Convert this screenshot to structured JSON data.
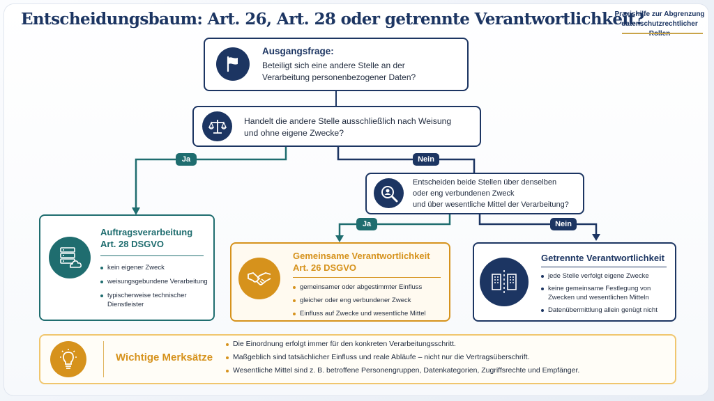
{
  "header": {
    "title": "Entscheidungsbaum: Art. 26, Art. 28 oder getrennte Verantwortlichkeit?",
    "subtitle_line1": "Praxishilfe zur Abgrenzung",
    "subtitle_line2": "datenschutzrechtlicher Rollen"
  },
  "start": {
    "heading": "Ausgangsfrage:",
    "line1": "Beteiligt sich eine andere Stelle an der",
    "line2": "Verarbeitung personenbezogener Daten?",
    "icon": "flag-icon"
  },
  "question1": {
    "line1": "Handelt die andere Stelle ausschließlich nach Weisung",
    "line2": "und ohne eigene Zwecke?",
    "icon": "scales-icon"
  },
  "question2": {
    "line1": "Entscheiden beide Stellen über denselben",
    "line2": "oder eng verbundenen Zweck",
    "line3": "und über wesentliche Mittel der Verarbeitung?",
    "icon": "magnifier-person-icon"
  },
  "labels": {
    "yes": "Ja",
    "no": "Nein"
  },
  "auftrag": {
    "title1": "Auftragsverarbeitung",
    "title2": "Art. 28 DSGVO",
    "bullets": [
      "kein eigener Zweck",
      "weisungsgebundene Verarbeitung",
      "typischerweise technischer Dienstleister"
    ],
    "icon": "server-cloud-icon"
  },
  "gemeinsam": {
    "title1": "Gemeinsame Verantwortlichkeit",
    "title2": "Art. 26 DSGVO",
    "bullets": [
      "gemeinsamer oder abgestimmter Einfluss",
      "gleicher oder eng verbundener Zweck",
      "Einfluss auf Zwecke und wesentliche Mittel"
    ],
    "icon": "handshake-icon"
  },
  "getrennt": {
    "title1": "Getrennte Verantwortlichkeit",
    "bullets": [
      "jede Stelle verfolgt eigene Zwecke",
      "keine gemeinsame Festlegung von Zwecken und wesentlichen Mitteln",
      "Datenübermittlung allein genügt nicht"
    ],
    "icon": "separate-buildings-icon"
  },
  "merksaetze": {
    "title": "Wichtige Merksätze",
    "bullets": [
      "Die Einordnung erfolgt immer für den konkreten Verarbeitungsschritt.",
      "Maßgeblich sind tatsächlicher Einfluss und reale Abläufe – nicht nur die Vertragsüberschrift.",
      "Wesentliche Mittel sind z. B. betroffene Personengruppen, Datenkategorien, Zugriffsrechte und Empfänger."
    ],
    "icon": "lightbulb-icon"
  },
  "colors": {
    "navy": "#1c3562",
    "teal": "#1f6d6f",
    "gold": "#d6921c",
    "accent_line": "#c9a44a"
  }
}
